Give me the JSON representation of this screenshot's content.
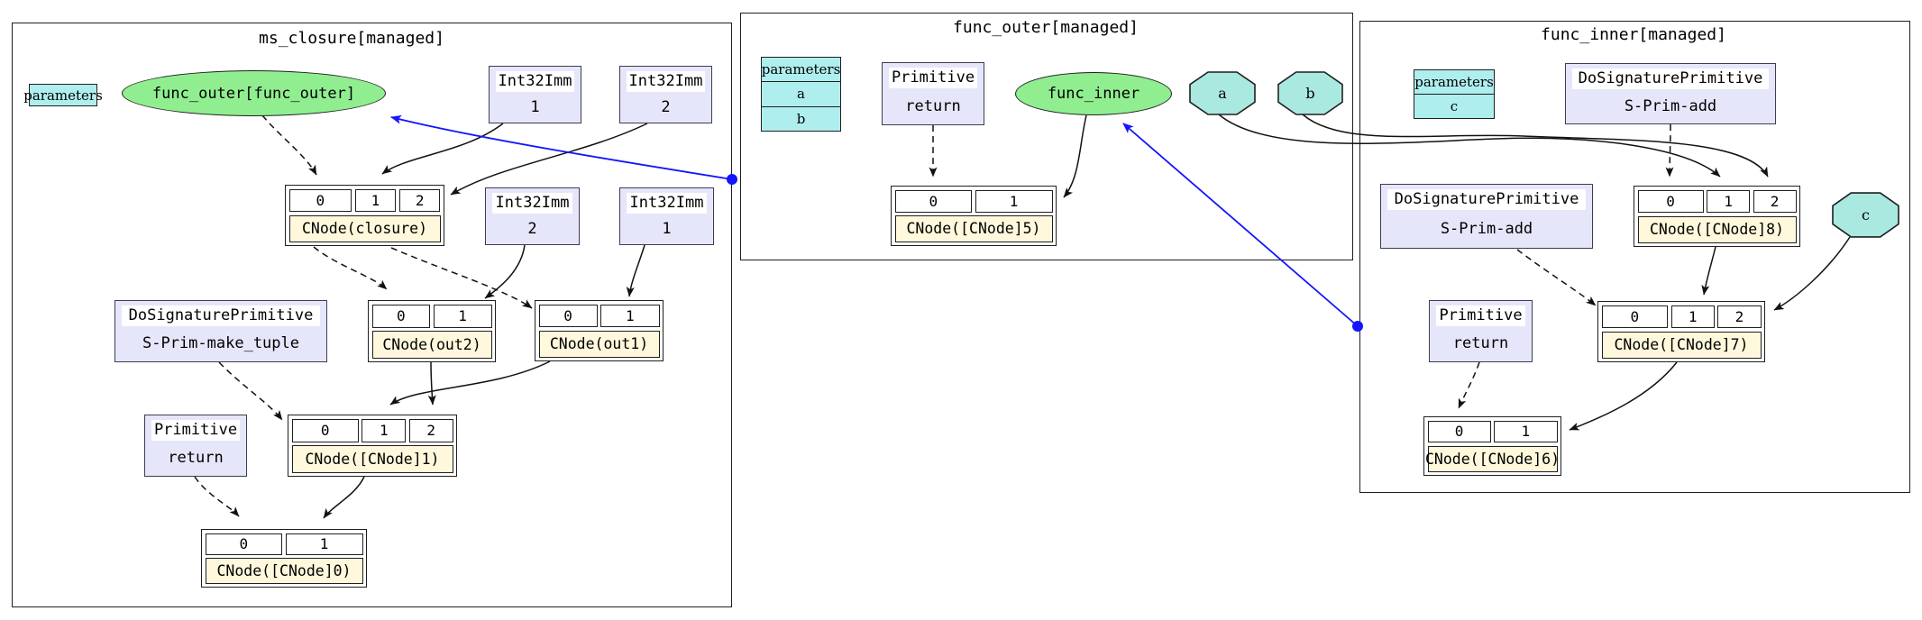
{
  "clusters": {
    "ms_closure": {
      "title": "ms_closure[managed]"
    },
    "func_outer": {
      "title": "func_outer[managed]"
    },
    "func_inner": {
      "title": "func_inner[managed]"
    }
  },
  "ms_closure": {
    "parameters_label": "parameters",
    "func_outer_ellipse": "func_outer[func_outer]",
    "imm_1_top": {
      "type": "Int32Imm",
      "value": "1"
    },
    "imm_2_top": {
      "type": "Int32Imm",
      "value": "2"
    },
    "imm_2_mid": {
      "type": "Int32Imm",
      "value": "2"
    },
    "imm_1_mid": {
      "type": "Int32Imm",
      "value": "1"
    },
    "cnode_closure": {
      "ports": [
        "0",
        "1",
        "2"
      ],
      "label": "CNode(closure)"
    },
    "make_tuple": {
      "type": "DoSignaturePrimitive",
      "name": "S-Prim-make_tuple"
    },
    "cnode_out2": {
      "ports": [
        "0",
        "1"
      ],
      "label": "CNode(out2)"
    },
    "cnode_out1": {
      "ports": [
        "0",
        "1"
      ],
      "label": "CNode(out1)"
    },
    "return_prim": {
      "type": "Primitive",
      "name": "return"
    },
    "cnode_1": {
      "ports": [
        "0",
        "1",
        "2"
      ],
      "label": "CNode([CNode]1)"
    },
    "cnode_0": {
      "ports": [
        "0",
        "1"
      ],
      "label": "CNode([CNode]0)"
    }
  },
  "func_outer": {
    "parameters": {
      "header": "parameters",
      "row_a": "a",
      "row_b": "b"
    },
    "return_prim": {
      "type": "Primitive",
      "name": "return"
    },
    "func_inner_ellipse": "func_inner",
    "param_a": "a",
    "param_b": "b",
    "cnode_5": {
      "ports": [
        "0",
        "1"
      ],
      "label": "CNode([CNode]5)"
    }
  },
  "func_inner": {
    "parameters": {
      "header": "parameters",
      "row_c": "c"
    },
    "add_top": {
      "type": "DoSignaturePrimitive",
      "name": "S-Prim-add"
    },
    "add_left": {
      "type": "DoSignaturePrimitive",
      "name": "S-Prim-add"
    },
    "param_c": "c",
    "cnode_8": {
      "ports": [
        "0",
        "1",
        "2"
      ],
      "label": "CNode([CNode]8)"
    },
    "return_prim": {
      "type": "Primitive",
      "name": "return"
    },
    "cnode_7": {
      "ports": [
        "0",
        "1",
        "2"
      ],
      "label": "CNode([CNode]7)"
    },
    "cnode_6": {
      "ports": [
        "0",
        "1"
      ],
      "label": "CNode([CNode]6)"
    }
  },
  "colors": {
    "node_fill": "#E6E6FA",
    "record_label_fill": "#FFF8DC",
    "param_fill": "#AFEEEE",
    "octagon_fill": "#A9E9E0",
    "ellipse_fill": "#90EE90",
    "edge": "#111111",
    "ref_edge": "#1414FF"
  }
}
